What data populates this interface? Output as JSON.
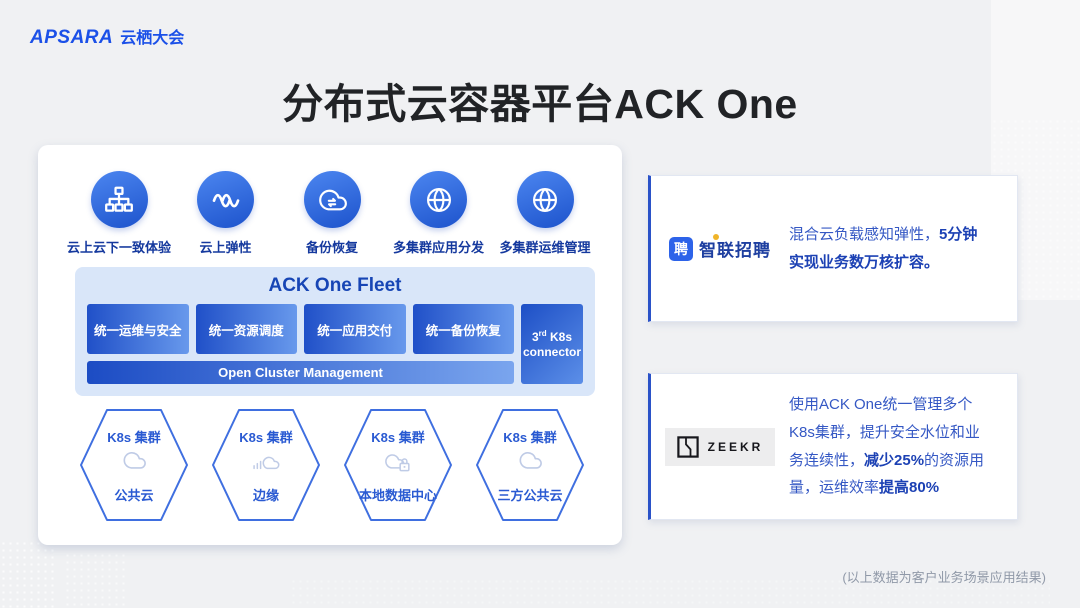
{
  "header": {
    "logo_brand": "APSARA",
    "logo_event": "云栖大会",
    "title": "分布式云容器平台ACK One"
  },
  "features": [
    {
      "label": "云上云下一致体验",
      "icon": "sitemap-icon"
    },
    {
      "label": "云上弹性",
      "icon": "elasticity-wave-icon"
    },
    {
      "label": "备份恢复",
      "icon": "cloud-backup-sync-icon"
    },
    {
      "label": "多集群应用分发",
      "icon": "globe-icon"
    },
    {
      "label": "多集群运维管理",
      "icon": "globe-icon"
    }
  ],
  "fleet": {
    "title": "ACK One Fleet",
    "modules": [
      {
        "label": "统一运维与安全"
      },
      {
        "label": "统一资源调度"
      },
      {
        "label": "统一应用交付"
      },
      {
        "label": "统一备份恢复"
      }
    ],
    "connector": {
      "num": "3",
      "ordinal": "rd",
      "rest": " K8s connector"
    },
    "open_cluster_bar": "Open Cluster Management"
  },
  "clusters": [
    {
      "title": "K8s 集群",
      "type": "公共云",
      "icon": "cloud-icon"
    },
    {
      "title": "K8s 集群",
      "type": "边缘",
      "icon": "edge-signal-cloud-icon"
    },
    {
      "title": "K8s 集群",
      "type": "本地数据中心",
      "icon": "cloud-lock-icon"
    },
    {
      "title": "K8s 集群",
      "type": "三方公共云",
      "icon": "cloud-icon"
    }
  ],
  "cases": {
    "zhaopin": {
      "company": "智联招聘",
      "logo_badge_char": "聘",
      "seg1": "混合云负载感知弹性，",
      "seg2": "5分钟实现业务数万核扩容",
      "seg3": "。"
    },
    "zeekr": {
      "company": "ZEEKR",
      "seg1": "使用ACK One统一管理多个K8s集群，提升安全水位和业务连续性，",
      "seg2": "减少25%",
      "seg3": "的资源用量，运维效率",
      "seg4": "提高80%"
    }
  },
  "footer": {
    "note": "(以上数据为客户业务场景应用结果)"
  },
  "colors": {
    "accent_blue": "#2a52c8",
    "icon_gradient_start": "#4c86f0",
    "icon_gradient_end": "#1d53cc",
    "fleet_panel_bg": "#d9e6f9",
    "body_text_blue": "#3558c4",
    "bold_text_blue": "#1c41b4",
    "title_dark": "#212326"
  }
}
